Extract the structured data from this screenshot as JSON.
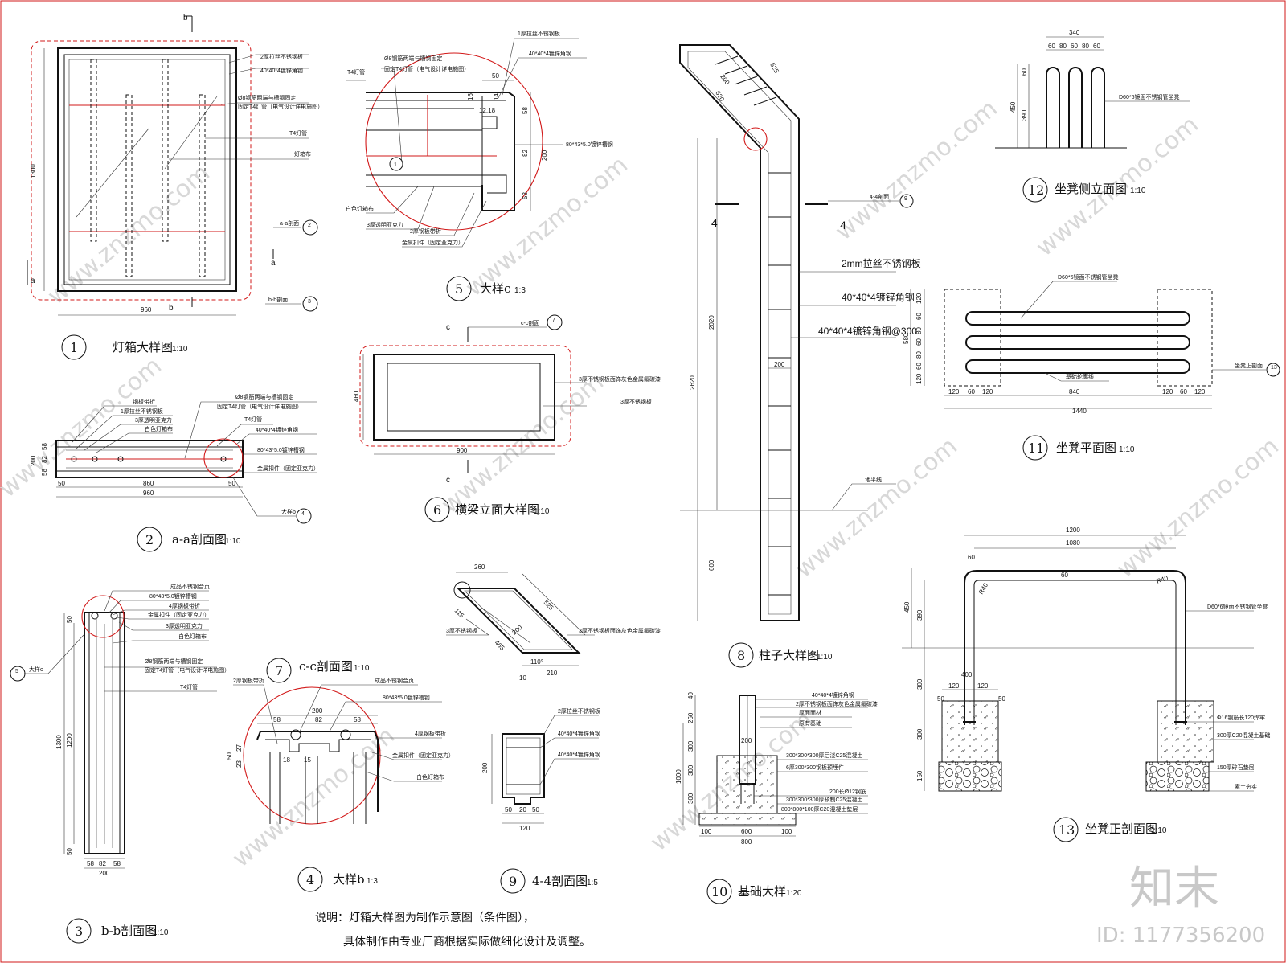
{
  "watermark": {
    "site": "www.znzmo.com",
    "brand": "知末",
    "id_label": "ID: 1177356200"
  },
  "note": {
    "line1": "说明：灯箱大样图为制作示意图（条件图），",
    "line2": "具体制作由专业厂商根据实际做细化设计及调整。"
  },
  "views": [
    {
      "num": "1",
      "title": "灯箱大样图",
      "scale": "1:10"
    },
    {
      "num": "2",
      "title": "a-a剖面图",
      "scale": "1:10"
    },
    {
      "num": "3",
      "title": "b-b剖面图",
      "scale": "1:10"
    },
    {
      "num": "4",
      "title": "大样b",
      "scale": "1:3"
    },
    {
      "num": "5",
      "title": "大样c",
      "scale": "1:3"
    },
    {
      "num": "6",
      "title": "横梁立面大样图",
      "scale": "1:10"
    },
    {
      "num": "7",
      "title": "c-c剖面图",
      "scale": "1:10"
    },
    {
      "num": "8",
      "title": "柱子大样图",
      "scale": "1:10"
    },
    {
      "num": "9",
      "title": "4-4剖面图",
      "scale": "1:5"
    },
    {
      "num": "10",
      "title": "基础大样",
      "scale": "1:20"
    },
    {
      "num": "11",
      "title": "坐凳平面图",
      "scale": "1:10"
    },
    {
      "num": "12",
      "title": "坐凳侧立面图",
      "scale": "1:10"
    },
    {
      "num": "13",
      "title": "坐凳正剖面图",
      "scale": "1:10"
    }
  ],
  "callouts": {
    "v1": [
      "2厚拉丝不锈钢板",
      "40*40*4镀锌角钢",
      "Ø8钢筋两端与槽钢固定",
      "固定T4灯管（电气设计详电施图）",
      "T4灯管",
      "灯箱布"
    ],
    "v1_secs": [
      "a-a剖面",
      "b-b剖面"
    ],
    "v1_marks": [
      "a",
      "b"
    ],
    "v2": [
      "钢板带折",
      "1厚拉丝不锈钢板",
      "3厚透明亚克力",
      "白色灯箱布",
      "Ø8钢筋两端与槽钢固定",
      "固定T4灯管（电气设计详电施图）",
      "T4灯管",
      "40*40*4镀锌角钢",
      "80*43*5.0镀锌槽钢",
      "金属扣件（固定亚克力）",
      "大样b"
    ],
    "v3": [
      "成品不锈钢合页",
      "80*43*5.0镀锌槽钢",
      "4厚钢板带折",
      "金属扣件（固定亚克力）",
      "3厚透明亚克力",
      "白色灯箱布",
      "Ø8钢筋两端与槽钢固定",
      "固定T4灯管（电气设计详电施图）",
      "T4灯管",
      "大样c"
    ],
    "v4": [
      "2厚钢板带折",
      "成品不锈钢合页",
      "80*43*5.0镀锌槽钢",
      "4厚钢板带折",
      "金属扣件（固定亚克力）",
      "白色灯箱布"
    ],
    "v5": [
      "1厚拉丝不锈钢板",
      "Ø8钢筋两端与槽钢固定",
      "固定T4灯管（电气设计详电施图）",
      "T4灯管",
      "40*40*4镀锌角钢",
      "80*43*5.0镀锌槽钢",
      "白色灯箱布",
      "3厚透明亚克力",
      "2厚钢板带折",
      "金属扣件（固定亚克力）"
    ],
    "v6": [
      "c-c剖面",
      "3厚不锈钢板面饰灰色金属氟碳漆",
      "3厚不锈钢板",
      "c"
    ],
    "v7": [
      "3厚不锈钢板",
      "3厚不锈钢板面饰灰色金属氟碳漆"
    ],
    "v8": [
      "4-4剖面",
      "2mm拉丝不锈钢板",
      "40*40*4镀锌角钢",
      "40*40*4镀锌角钢@300",
      "地平线",
      "4"
    ],
    "v9": [
      "2厚拉丝不锈钢板",
      "40*40*4镀锌角钢",
      "40*40*4镀锌角钢"
    ],
    "v10": [
      "40*40*4镀锌角钢",
      "2厚不锈钢板面饰灰色金属氟碳漆",
      "厚面面材",
      "原有基础",
      "300*300*300厚后浇C25混凝土",
      "6厚300*300钢板预埋件",
      "200长Ø12钢筋",
      "300*300*300厚预制C25混凝土",
      "800*800*100厚C20混凝土垫层"
    ],
    "v11": [
      "D60*6镜面不锈钢管坐凳",
      "基础轮廓线",
      "坐凳正剖面"
    ],
    "v12": [
      "D60*6镜面不锈钢管坐凳"
    ],
    "v13": [
      "D60*6镜面不锈钢管坐凳",
      "Φ16钢筋长120焊牢",
      "300厚C20混凝土基础",
      "150厚碎石垫层",
      "素土夯实"
    ]
  },
  "dims": {
    "v1": [
      "1300",
      "960"
    ],
    "v2": [
      "200",
      "58",
      "82",
      "58",
      "50",
      "860",
      "50",
      "960"
    ],
    "v3": [
      "1300",
      "1200",
      "50",
      "50",
      "58",
      "82",
      "58",
      "200"
    ],
    "v4": [
      "200",
      "58",
      "82",
      "58",
      "50",
      "27",
      "23",
      "18",
      "15"
    ],
    "v5": [
      "50",
      "14",
      "16",
      "12.18",
      "58",
      "82",
      "58",
      "200"
    ],
    "v6": [
      "460",
      "900"
    ],
    "v7": [
      "260",
      "525",
      "200",
      "465",
      "115",
      "110°",
      "210",
      "10"
    ],
    "v8": [
      "200",
      "525",
      "620",
      "2620",
      "2020",
      "600",
      "200"
    ],
    "v9": [
      "200",
      "50",
      "20",
      "50",
      "120"
    ],
    "v10": [
      "40",
      "260",
      "300",
      "300",
      "300",
      "1000",
      "200",
      "100",
      "600",
      "100",
      "800"
    ],
    "v11": [
      "120",
      "60",
      "80",
      "60",
      "80",
      "60",
      "120",
      "580",
      "120",
      "60",
      "120",
      "840",
      "120",
      "60",
      "120",
      "1440"
    ],
    "v12": [
      "340",
      "60",
      "80",
      "60",
      "80",
      "60",
      "60",
      "450",
      "390"
    ],
    "v13": [
      "1200",
      "1080",
      "60",
      "60",
      "R40",
      "R40",
      "450",
      "390",
      "300",
      "120",
      "120",
      "400",
      "50",
      "50",
      "300",
      "150"
    ]
  },
  "colors": {
    "line": "#111111",
    "accent": "#d21919",
    "watermark": "#d8d8d8"
  }
}
